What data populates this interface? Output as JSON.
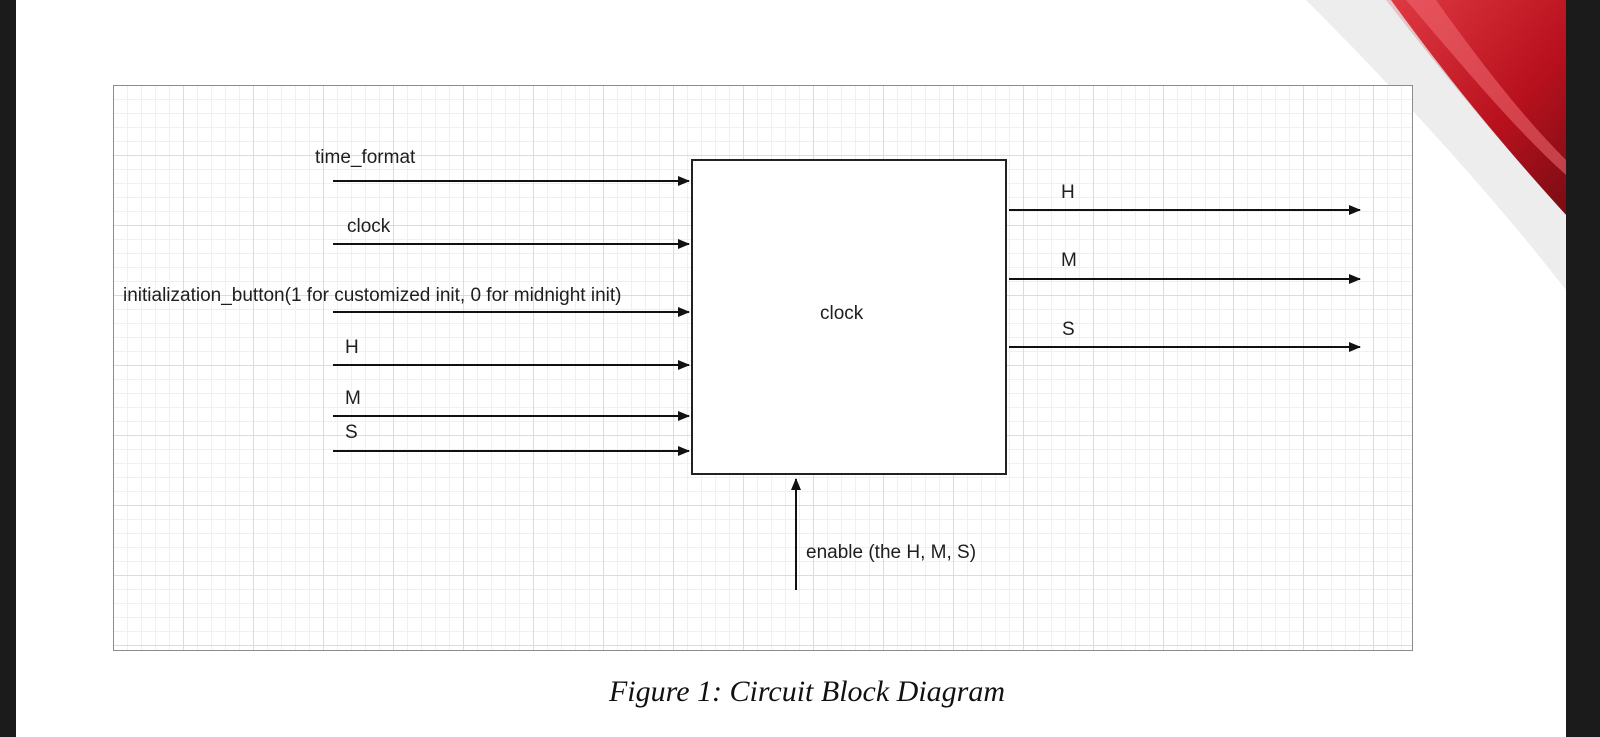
{
  "diagram": {
    "block_label": "clock",
    "inputs": {
      "time_format": "time_format",
      "clock": "clock",
      "init_button": "initialization_button(1 for customized init, 0 for midnight init)",
      "h": "H",
      "m": "M",
      "s": "S"
    },
    "outputs": {
      "h": "H",
      "m": "M",
      "s": "S"
    },
    "enable": "enable (the H, M, S)"
  },
  "caption": "Figure 1: Circuit Block Diagram",
  "colors": {
    "decoration_red": "#d3252f",
    "wire": "#111111"
  }
}
